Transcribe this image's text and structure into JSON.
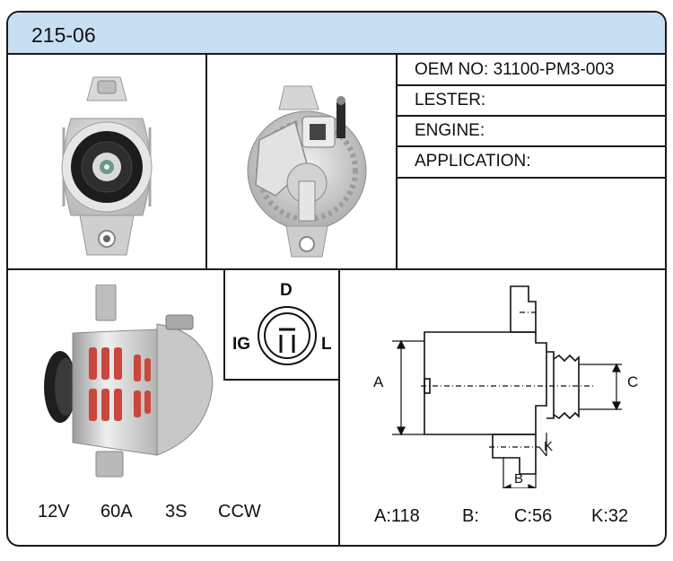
{
  "header": {
    "title": "215-06"
  },
  "info": {
    "oem": "OEM NO: 31100-PM3-003",
    "lester": "LESTER:",
    "engine": "ENGINE:",
    "application": "APPLICATION:"
  },
  "connector": {
    "top": "D",
    "left": "IG",
    "right": "L"
  },
  "specs": {
    "voltage": "12V",
    "amperage": "60A",
    "pulley": "3S",
    "rotation": "CCW"
  },
  "dimensions": {
    "a_label": "A",
    "b_label": "B",
    "c_label": "C",
    "k_label": "K",
    "a_value": "A:118",
    "b_value": "B:",
    "c_value": "C:56",
    "k_value": "K:32"
  }
}
